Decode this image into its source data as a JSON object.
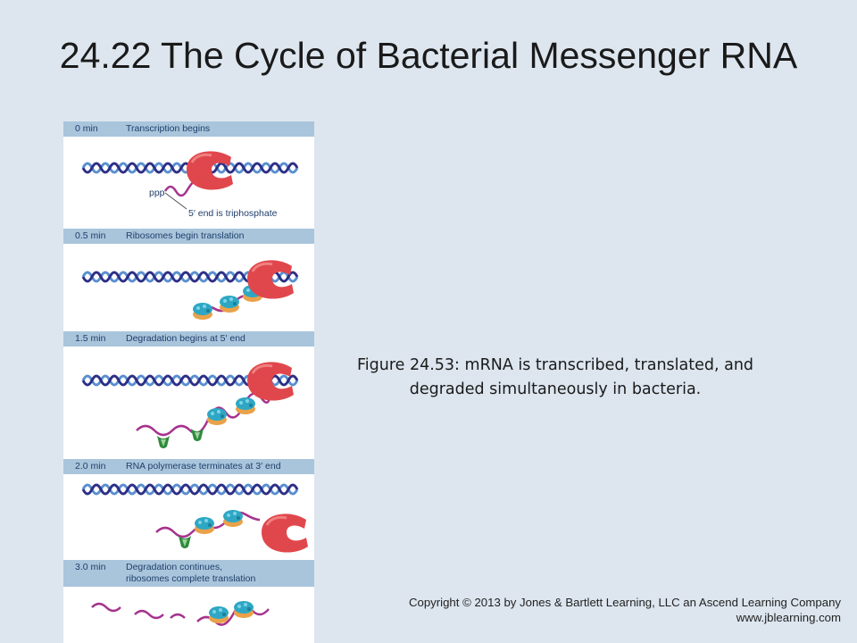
{
  "slide": {
    "title": "24.22 The Cycle of Bacterial Messenger RNA",
    "caption": "Figure 24.53: mRNA is transcribed, translated, and degraded simultaneously in bacteria."
  },
  "figure": {
    "panels": [
      {
        "time": "0 min",
        "label": "Transcription begins"
      },
      {
        "time": "0.5 min",
        "label": "Ribosomes begin translation"
      },
      {
        "time": "1.5 min",
        "label": "Degradation begins at 5′ end"
      },
      {
        "time": "2.0 min",
        "label": "RNA polymerase terminates at 3′ end"
      },
      {
        "time": "3.0 min",
        "label": "Degradation continues,",
        "label2": "ribosomes complete translation"
      }
    ],
    "annotations": {
      "ppp": "ppp",
      "five_prime": "5′ end is triphosphate"
    }
  },
  "footer": {
    "copyright": "Copyright © 2013 by Jones & Bartlett Learning, LLC an Ascend Learning Company",
    "website": "www.jblearning.com"
  },
  "colors": {
    "background": "#dde6ef",
    "band": "#a9c5dc",
    "dna_strand_1": "#5a8fd0",
    "dna_strand_2": "#2d2f86",
    "mrna": "#a6338e",
    "polymerase": "#e0474c",
    "ribosome": "#2ea7c4",
    "exonuclease": "#2f8a3d"
  }
}
